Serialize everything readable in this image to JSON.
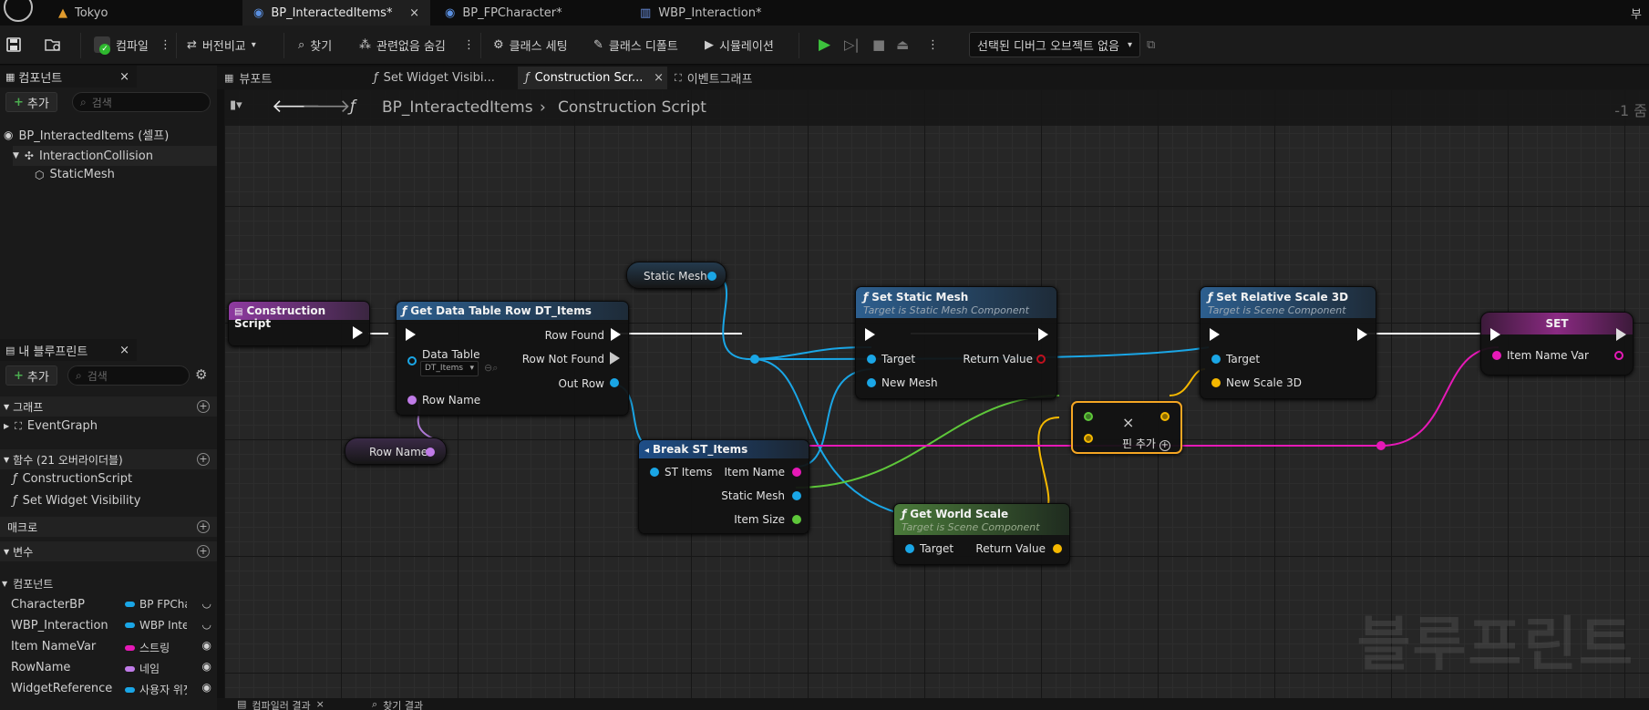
{
  "tabs": [
    {
      "label": "Tokyo"
    },
    {
      "label": "BP_InteractedItems*",
      "close": "×"
    },
    {
      "label": "BP_FPCharacter*"
    },
    {
      "label": "WBP_Interaction*"
    }
  ],
  "tab_overflow": "부",
  "toolbar": {
    "compile": "컴파일",
    "diff": "버전비교",
    "find": "찾기",
    "hide_unrelated": "관련없음 숨김",
    "class_settings": "클래스 세팅",
    "class_defaults": "클래스 디폴트",
    "simulation": "시뮬레이션",
    "debug_object": "선택된 디버그 오브젝트 없음"
  },
  "components_panel": {
    "title": "컴포넌트",
    "add": "추가",
    "search_placeholder": "검색",
    "items": [
      {
        "label": "BP_InteractedItems (셀프)"
      },
      {
        "label": "InteractionCollision"
      },
      {
        "label": "StaticMesh"
      }
    ]
  },
  "mybp_panel": {
    "title": "내 블루프린트",
    "add": "추가",
    "search_placeholder": "검색",
    "graphs_label": "그래프",
    "graphs": [
      "EventGraph"
    ],
    "functions_label": "함수 (21 오버라이더블)",
    "functions": [
      "ConstructionScript",
      "Set Widget Visibility"
    ],
    "macros_label": "매크로",
    "variables_label": "변수",
    "components_label": "컴포넌트",
    "variables": [
      {
        "name": "CharacterBP",
        "type": "BP FPCha",
        "color": "#1aa6e6"
      },
      {
        "name": "WBP_Interaction",
        "type": "WBP Inter",
        "color": "#1aa6e6"
      },
      {
        "name": "Item NameVar",
        "type": "스트링",
        "color": "#e619b7"
      },
      {
        "name": "RowName",
        "type": "네임",
        "color": "#c07be8"
      },
      {
        "name": "WidgetReference",
        "type": "사용자 위젯",
        "color": "#1aa6e6"
      }
    ]
  },
  "graph_tabs": [
    {
      "label": "뷰포트"
    },
    {
      "label": "Set Widget Visibi..."
    },
    {
      "label": "Construction Scr..."
    },
    {
      "label": "이벤트그래프"
    }
  ],
  "breadcrumb": {
    "blueprint": "BP_InteractedItems",
    "graph": "Construction Script",
    "zoom": "-1 줌"
  },
  "nodes": {
    "construction": {
      "title": "Construction Script"
    },
    "get_row": {
      "title": "Get Data Table Row DT_Items",
      "data_table": "Data Table",
      "dt_value": "DT_Items",
      "row_name": "Row Name",
      "row_found": "Row Found",
      "row_not_found": "Row Not Found",
      "out_row": "Out Row"
    },
    "row_name_var": {
      "title": "Row Name"
    },
    "static_mesh_var": {
      "title": "Static Mesh"
    },
    "break": {
      "title": "Break ST_Items",
      "st_items": "ST Items",
      "item_name": "Item Name",
      "static_mesh": "Static Mesh",
      "item_size": "Item Size"
    },
    "set_mesh": {
      "title": "Set Static Mesh",
      "subtitle": "Target is Static Mesh Component",
      "target": "Target",
      "return_value": "Return Value",
      "new_mesh": "New Mesh"
    },
    "world_scale": {
      "title": "Get World Scale",
      "subtitle": "Target is Scene Component",
      "target": "Target",
      "return_value": "Return Value"
    },
    "multiply": {
      "add_pin": "핀 추가"
    },
    "set_scale": {
      "title": "Set Relative Scale 3D",
      "subtitle": "Target is Scene Component",
      "target": "Target",
      "new_scale": "New Scale 3D"
    },
    "set_var": {
      "title": "SET",
      "item_name_var": "Item Name Var"
    }
  },
  "watermark": "블루프린트",
  "bottom": {
    "compiler_results": "컴파일러 결과",
    "find_results": "찾기 결과"
  }
}
